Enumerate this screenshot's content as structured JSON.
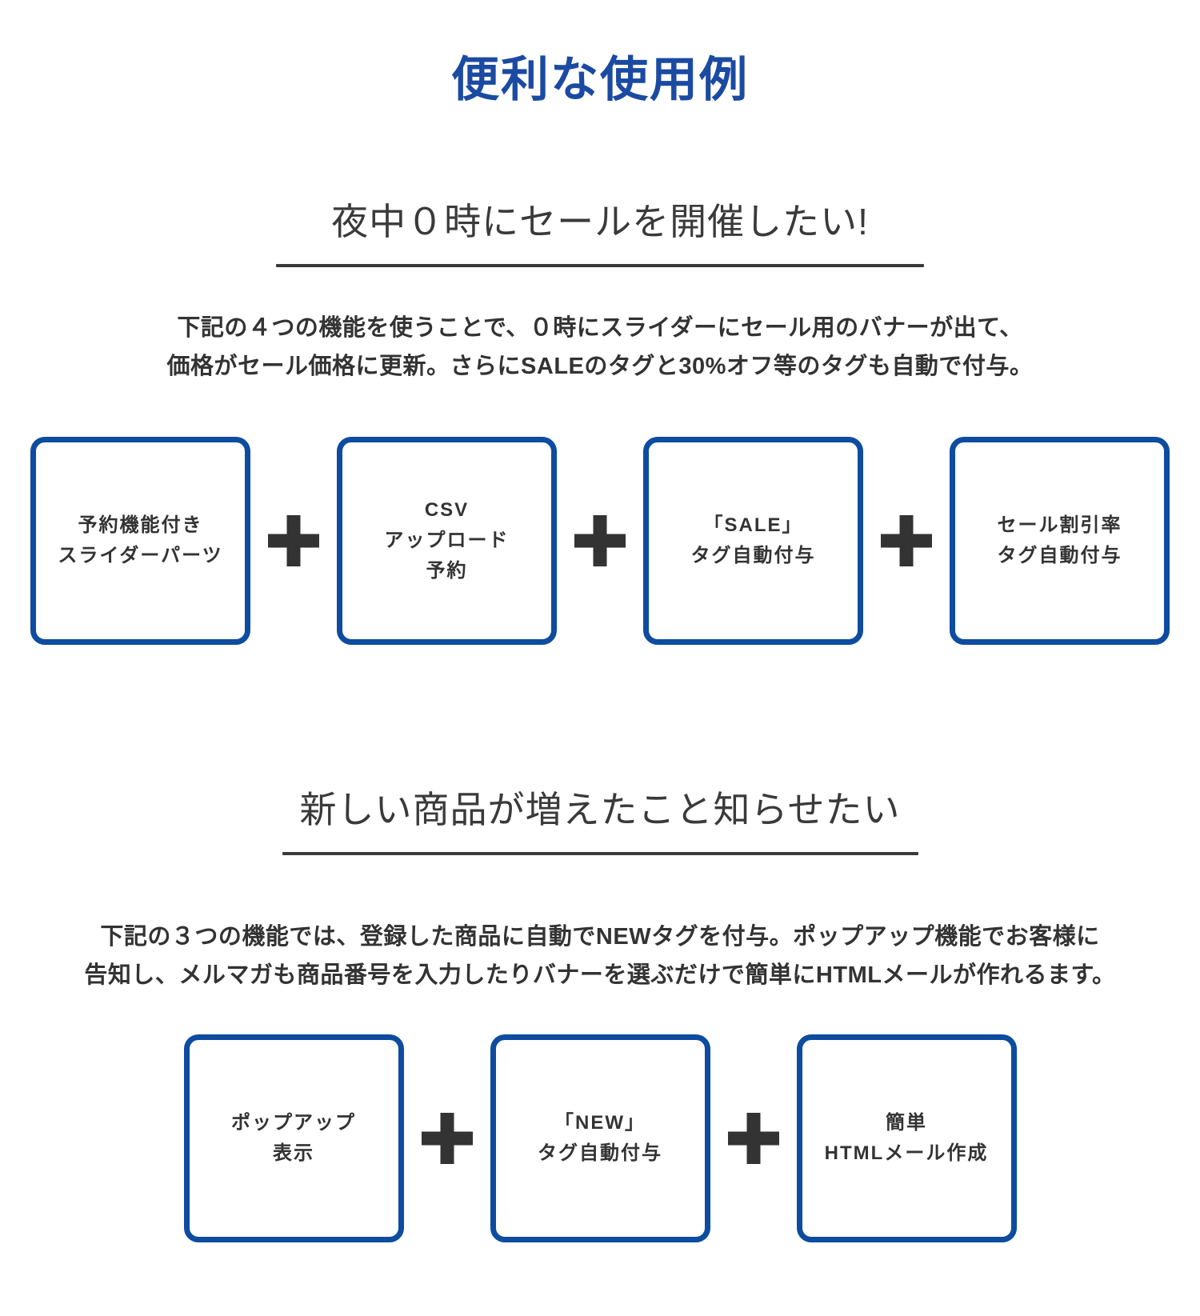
{
  "page": {
    "title": "便利な使用例",
    "colors": {
      "title_blue": "#1b4aa2",
      "box_border_blue": "#0d4c9f",
      "heading_gray": "#3a3a3a",
      "text_dark": "#333333",
      "background": "#ffffff"
    },
    "icons": {
      "separator": "plus-icon",
      "separator_glyph": "+"
    }
  },
  "sections": [
    {
      "heading": "夜中０時にセールを開催したい!",
      "description_lines": [
        "下記の４つの機能を使うことで、０時にスライダーにセール用のバナーが出て、",
        "価格がセール価格に更新。さらにSALEのタグと30%オフ等のタグも自動で付与。"
      ],
      "boxes": [
        {
          "lines": [
            "予約機能付き",
            "スライダーパーツ"
          ]
        },
        {
          "lines": [
            "CSV",
            "アップロード",
            "予約"
          ]
        },
        {
          "lines": [
            "「SALE」",
            "タグ自動付与"
          ]
        },
        {
          "lines": [
            "セール割引率",
            "タグ自動付与"
          ]
        }
      ]
    },
    {
      "heading": "新しい商品が増えたこと知らせたい",
      "description_lines": [
        "下記の３つの機能では、登録した商品に自動でNEWタグを付与。ポップアップ機能でお客様に",
        "告知し、メルマガも商品番号を入力したりバナーを選ぶだけで簡単にHTMLメールが作れるます。"
      ],
      "boxes": [
        {
          "lines": [
            "ポップアップ",
            "表示"
          ]
        },
        {
          "lines": [
            "「NEW」",
            "タグ自動付与"
          ]
        },
        {
          "lines": [
            "簡単",
            "HTMLメール作成"
          ]
        }
      ]
    }
  ]
}
